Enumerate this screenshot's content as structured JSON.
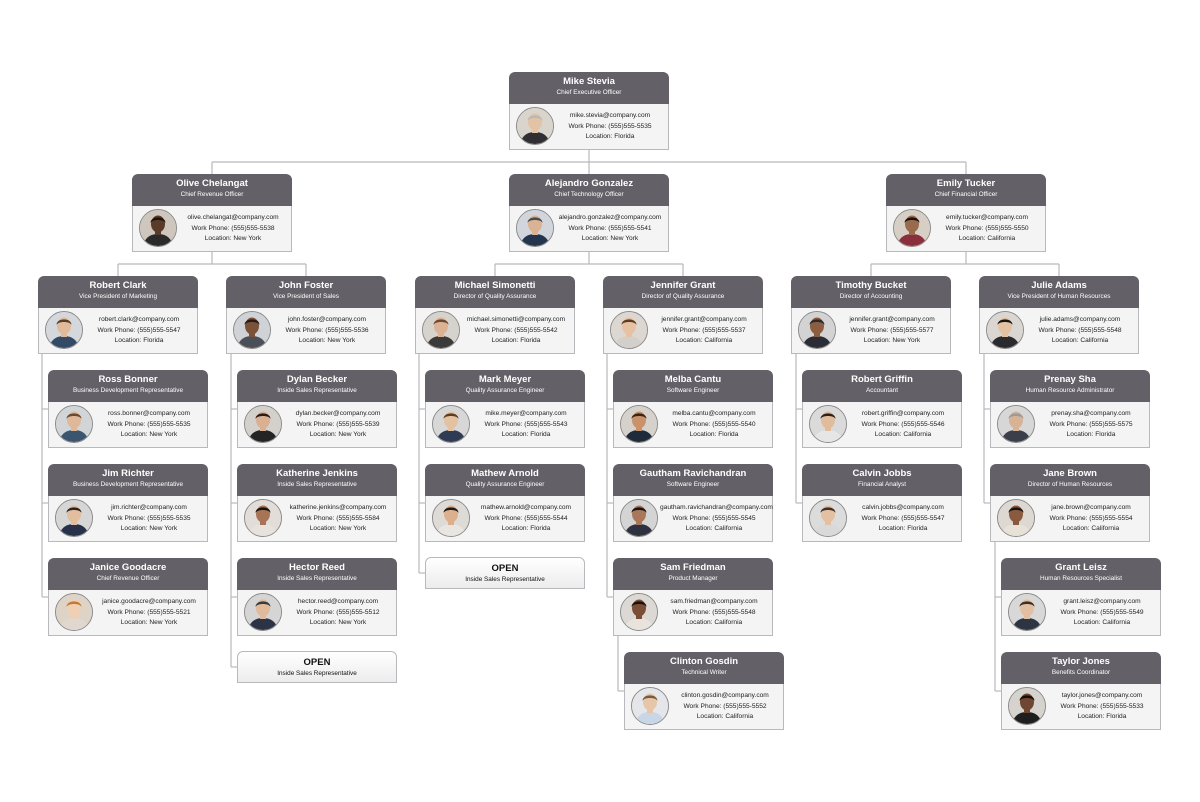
{
  "colors": {
    "header": "#636167",
    "connector": "#b9b9bd",
    "body": "#f4f4f4"
  },
  "people": [
    {
      "id": "mike",
      "name": "Mike Stevia",
      "title": "Chief Executive Officer",
      "email": "mike.stevia@company.com",
      "phone": "Work Phone: (555)555-5535",
      "location": "Location: Florida",
      "avatar": {
        "skin": "#e3c3a6",
        "hair": "#b9b9b9",
        "shirt": "#2e2e33",
        "bg": "#d9d4cc"
      }
    },
    {
      "id": "olive",
      "name": "Olive Chelangat",
      "title": "Chief Revenue Officer",
      "email": "olive.chelangat@company.com",
      "phone": "Work Phone: (555)555-5538",
      "location": "Location: New York",
      "avatar": {
        "skin": "#5a3a28",
        "hair": "#1d1410",
        "shirt": "#2a2a2a",
        "bg": "#cfc6bd"
      }
    },
    {
      "id": "alejandro",
      "name": "Alejandro Gonzalez",
      "title": "Chief Technology Officer",
      "email": "alejandro.gonzalez@company.com",
      "phone": "Work Phone: (555)555-5541",
      "location": "Location: New York",
      "avatar": {
        "skin": "#d9b394",
        "hair": "#4b4b4b",
        "shirt": "#23344f",
        "bg": "#d2d6dc"
      }
    },
    {
      "id": "emily",
      "name": "Emily Tucker",
      "title": "Chief Financial Officer",
      "email": "emily.tucker@company.com",
      "phone": "Work Phone: (555)555-5550",
      "location": "Location: California",
      "avatar": {
        "skin": "#9a6a4c",
        "hair": "#1b1210",
        "shirt": "#8b2f3c",
        "bg": "#d7cfc6"
      }
    },
    {
      "id": "robert",
      "name": "Robert Clark",
      "title": "Vice President of Marketing",
      "email": "robert.clark@company.com",
      "phone": "Work Phone: (555)555-5547",
      "location": "Location: Florida",
      "avatar": {
        "skin": "#e0bb9b",
        "hair": "#5a3d27",
        "shirt": "#324a66",
        "bg": "#d4d7db"
      }
    },
    {
      "id": "john",
      "name": "John Foster",
      "title": "Vice President of Sales",
      "email": "john.foster@company.com",
      "phone": "Work Phone: (555)555-5536",
      "location": "Location: New York",
      "avatar": {
        "skin": "#7a5238",
        "hair": "#2a1c14",
        "shirt": "#4b4f57",
        "bg": "#cfd2d6"
      }
    },
    {
      "id": "michael",
      "name": "Michael Simonetti",
      "title": "Director of Quality Assurance",
      "email": "michael.simonetti@company.com",
      "phone": "Work Phone: (555)555-5542",
      "location": "Location: Florida",
      "avatar": {
        "skin": "#dcb294",
        "hair": "#6b4a30",
        "shirt": "#3a3a3a",
        "bg": "#d6d2cc"
      }
    },
    {
      "id": "jennifer",
      "name": "Jennifer Grant",
      "title": "Director of Quality Assurance",
      "email": "jennifer.grant@company.com",
      "phone": "Work Phone: (555)555-5537",
      "location": "Location: California",
      "avatar": {
        "skin": "#e6c2a2",
        "hair": "#5e3b22",
        "shirt": "#d3d0cb",
        "bg": "#dcd7d0"
      }
    },
    {
      "id": "timothy",
      "name": "Timothy Bucket",
      "title": "Director of Accounting",
      "email": "jennifer.grant@company.com",
      "phone": "Work Phone: (555)555-5577",
      "location": "Location: New York",
      "avatar": {
        "skin": "#8b5e42",
        "hair": "#2b2b2b",
        "shirt": "#2a2d35",
        "bg": "#d3d3d3"
      }
    },
    {
      "id": "julie",
      "name": "Julie Adams",
      "title": "Vice President of Human Resources",
      "email": "julie.adams@company.com",
      "phone": "Work Phone: (555)555-5548",
      "location": "Location: California",
      "avatar": {
        "skin": "#e3c2a4",
        "hair": "#1b1410",
        "shirt": "#2b2b2f",
        "bg": "#dad6d1"
      }
    },
    {
      "id": "ross",
      "name": "Ross Bonner",
      "title": "Business Development Representative",
      "email": "ross.bonner@company.com",
      "phone": "Work Phone: (555)555-5535",
      "location": "Location: New York",
      "avatar": {
        "skin": "#dfb899",
        "hair": "#6a4a30",
        "shirt": "#3c556f",
        "bg": "#d2d5d8"
      }
    },
    {
      "id": "jim",
      "name": "Jim Richter",
      "title": "Business Development Representative",
      "email": "jim.richter@company.com",
      "phone": "Work Phone: (555)555-5535",
      "location": "Location: New York",
      "avatar": {
        "skin": "#e2be9f",
        "hair": "#2d2520",
        "shirt": "#27324a",
        "bg": "#d6d6d6"
      }
    },
    {
      "id": "janice",
      "name": "Janice Goodacre",
      "title": "Chief Revenue Officer",
      "email": "janice.goodacre@company.com",
      "phone": "Work Phone: (555)555-5521",
      "location": "Location: New York",
      "avatar": {
        "skin": "#f0cfb4",
        "hair": "#c47a35",
        "shirt": "#e0d8cf",
        "bg": "#ddd3c7"
      }
    },
    {
      "id": "dylan",
      "name": "Dylan Becker",
      "title": "Inside Sales Representative",
      "email": "dylan.becker@company.com",
      "phone": "Work Phone: (555)555-5539",
      "location": "Location: New York",
      "avatar": {
        "skin": "#d9b091",
        "hair": "#2a1d14",
        "shirt": "#242424",
        "bg": "#d4d1cd"
      }
    },
    {
      "id": "katherine",
      "name": "Katherine Jenkins",
      "title": "Inside Sales Representative",
      "email": "katherine.jenkins@company.com",
      "phone": "Work Phone: (555)555-5584",
      "location": "Location: New York",
      "avatar": {
        "skin": "#a87456",
        "hair": "#1a120d",
        "shirt": "#e7e2dc",
        "bg": "#e2ddd8"
      }
    },
    {
      "id": "hector",
      "name": "Hector Reed",
      "title": "Inside Sales Representative",
      "email": "hector.reed@company.com",
      "phone": "Work Phone: (555)555-5512",
      "location": "Location: New York",
      "avatar": {
        "skin": "#e0ba9a",
        "hair": "#3b3b3b",
        "shirt": "#2b3447",
        "bg": "#d5d5d5"
      }
    },
    {
      "id": "mark",
      "name": "Mark Meyer",
      "title": "Quality Assurance Engineer",
      "email": "mike.meyer@company.com",
      "phone": "Work Phone: (555)555-5543",
      "location": "Location: Florida",
      "avatar": {
        "skin": "#e4c1a1",
        "hair": "#5c3c24",
        "shirt": "#2f3b52",
        "bg": "#d7d7d7"
      }
    },
    {
      "id": "mathew",
      "name": "Mathew Arnold",
      "title": "Quality Assurance Engineer",
      "email": "mathew.arnold@company.com",
      "phone": "Work Phone: (555)555-5544",
      "location": "Location: Florida",
      "avatar": {
        "skin": "#dcb08c",
        "hair": "#1f1a16",
        "shirt": "#e9e6e2",
        "bg": "#dedad5"
      }
    },
    {
      "id": "melba",
      "name": "Melba Cantu",
      "title": "Software Engineer",
      "email": "melba.cantu@company.com",
      "phone": "Work Phone: (555)555-5540",
      "location": "Location: Florida",
      "avatar": {
        "skin": "#c9926a",
        "hair": "#3a2417",
        "shirt": "#1f2a3a",
        "bg": "#d6d1cb"
      }
    },
    {
      "id": "gautham",
      "name": "Gautham Ravichandran",
      "title": "Software Engineer",
      "email": "gautham.ravichandran@company.com",
      "phone": "Work Phone: (555)555-5545",
      "location": "Location: California",
      "avatar": {
        "skin": "#a9785a",
        "hair": "#1a1410",
        "shirt": "#2e3240",
        "bg": "#d4d4d4"
      }
    },
    {
      "id": "sam",
      "name": "Sam Friedman",
      "title": "Product Manager",
      "email": "sam.friedman@company.com",
      "phone": "Work Phone: (555)555-5548",
      "location": "Location: California",
      "avatar": {
        "skin": "#7a4f36",
        "hair": "#1a110c",
        "shirt": "#e8e3dd",
        "bg": "#dcd8d3"
      }
    },
    {
      "id": "clinton",
      "name": "Clinton Gosdin",
      "title": "Technical Writer",
      "email": "clinton.gosdin@company.com",
      "phone": "Work Phone: (555)555-5552",
      "location": "Location: California",
      "avatar": {
        "skin": "#e6c6a8",
        "hair": "#7a5a3c",
        "shirt": "#c9d6e6",
        "bg": "#e4e6ea"
      }
    },
    {
      "id": "griffin",
      "name": "Robert Griffin",
      "title": "Accountant",
      "email": "robert.griffin@company.com",
      "phone": "Work Phone: (555)555-5546",
      "location": "Location: California",
      "avatar": {
        "skin": "#e0bc9c",
        "hair": "#2c2119",
        "shirt": "#e6e6e6",
        "bg": "#dadada"
      }
    },
    {
      "id": "calvin",
      "name": "Calvin Jobbs",
      "title": "Financial Analyst",
      "email": "calvin.jobbs@company.com",
      "phone": "Work Phone: (555)555-5547",
      "location": "Location: Florida",
      "avatar": {
        "skin": "#e3c0a2",
        "hair": "#3d3129",
        "shirt": "#d9d9d9",
        "bg": "#dcdcdc"
      }
    },
    {
      "id": "prenay",
      "name": "Prenay Sha",
      "title": "Human Resource Administrator",
      "email": "prenay.sha@company.com",
      "phone": "Work Phone: (555)555-5575",
      "location": "Location: Florida",
      "avatar": {
        "skin": "#d8b295",
        "hair": "#9a9a9a",
        "shirt": "#3a3f4a",
        "bg": "#d7d7d7"
      }
    },
    {
      "id": "jane",
      "name": "Jane Brown",
      "title": "Director of Human Resources",
      "email": "jane.brown@company.com",
      "phone": "Work Phone: (555)555-5554",
      "location": "Location: California",
      "avatar": {
        "skin": "#8a5a3e",
        "hair": "#1c1410",
        "shirt": "#e7e1d8",
        "bg": "#ddd8d1"
      }
    },
    {
      "id": "grant",
      "name": "Grant Leisz",
      "title": "Human Resources Specialist",
      "email": "grant.leisz@company.com",
      "phone": "Work Phone: (555)555-5549",
      "location": "Location: California",
      "avatar": {
        "skin": "#e2bfa0",
        "hair": "#3e2f24",
        "shirt": "#2d3442",
        "bg": "#d8d8d8"
      }
    },
    {
      "id": "taylor",
      "name": "Taylor Jones",
      "title": "Benefits Coordinator",
      "email": "taylor.jones@company.com",
      "phone": "Work Phone: (555)555-5533",
      "location": "Location: Florida",
      "avatar": {
        "skin": "#6f4631",
        "hair": "#150e0a",
        "shirt": "#1e1e1e",
        "bg": "#d6d2cd"
      }
    }
  ],
  "openings": [
    {
      "id": "open1",
      "name": "OPEN",
      "title": "Inside Sales Representative"
    },
    {
      "id": "open2",
      "name": "OPEN",
      "title": "Inside Sales Representative"
    }
  ]
}
